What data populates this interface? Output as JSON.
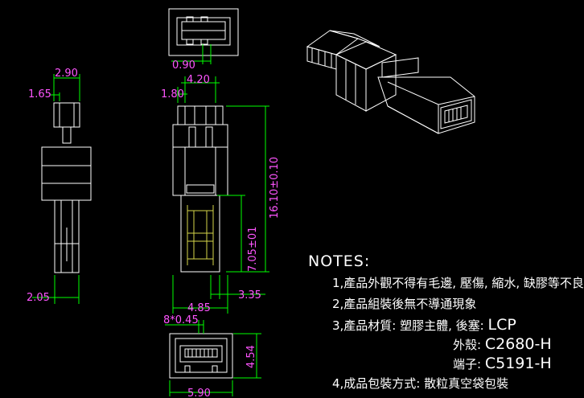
{
  "dimensions": {
    "d_2_90": "2.90",
    "d_1_65": "1.65",
    "d_2_05": "2.05",
    "d_0_90": "0.90",
    "d_4_20": "4.20",
    "d_1_80": "1.80",
    "d_16_10": "16.10±0.10",
    "d_7_05": "7.05±01",
    "d_3_35": "3.35",
    "d_4_85": "4.85",
    "d_8x045": "8*0.45",
    "d_4_54": "4.54",
    "d_5_90": "5.90"
  },
  "notes": {
    "title": "NOTES:",
    "item1": "1,產品外觀不得有毛邊, 壓傷, 縮水, 缺膠等不良",
    "item2": "2,產品組裝後無不導通現象",
    "item3_label": "3,產品材質: 塑膠主體, 後塞:",
    "item3_value": "LCP",
    "item3b_label": "外殼:",
    "item3b_value": "C2680-H",
    "item3c_label": "端子:",
    "item3c_value": "C5191-H",
    "item4": "4,成品包裝方式: 散粒真空袋包裝"
  },
  "colors": {
    "background": "#000000",
    "outline": "#ffffff",
    "dimension_line": "#00ff00",
    "dimension_text": "#ff55ff",
    "hidden_line": "#d6d64a"
  }
}
